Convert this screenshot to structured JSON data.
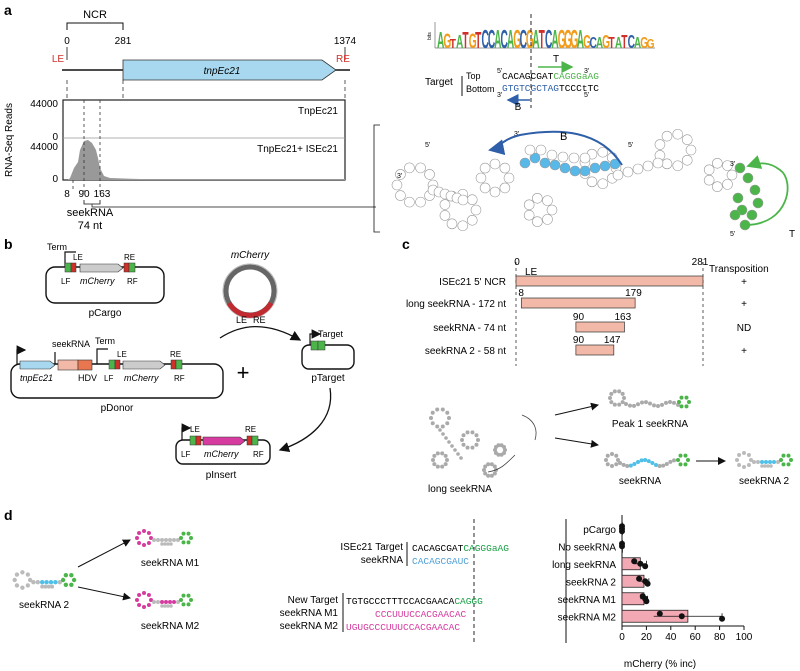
{
  "panels": {
    "a": "a",
    "b": "b",
    "c": "c",
    "d": "d"
  },
  "a": {
    "ncr": "NCR",
    "pos0": "0",
    "pos281": "281",
    "pos1374": "1374",
    "le": "LE",
    "re": "RE",
    "gene": "tnpEc21",
    "ylabel": "RNA-Seq Reads",
    "y_top1": "44000",
    "y_bot1": "0",
    "y_top2": "44000",
    "y_bot2": "0",
    "track1": "TnpEc21",
    "track2": "TnpEc21+ ISEc21",
    "x8": "8",
    "x90": "90",
    "x163": "163",
    "seek_label": "seekRNA",
    "seek_len": "74 nt",
    "logo_seq": "AGTATGTCCACAGCGATCAGGGAGCAGTATCAGG",
    "logo_axis": "bits",
    "target_label": "Target",
    "top_label": "Top",
    "bottom_label": "Bottom",
    "top_5": "5'",
    "top_seq_black": "CACAGCGAT",
    "top_seq_green": "CAGGGaAG",
    "top_3": "3'",
    "bot_3": "3'",
    "bot_seq_blue": "GTGTCGCTAG",
    "bot_seq_black": "TCCCtTC",
    "bot_5": "5'",
    "arrow_T": "T",
    "arrow_B": "B",
    "struct_B": "B",
    "struct_T": "T"
  },
  "b": {
    "term": "Term",
    "le": "LE",
    "re": "RE",
    "lf": "LF",
    "rf": "RF",
    "mcherry": "mCherry",
    "pcargo": "pCargo",
    "mcherry_ring": "mCherry",
    "ring_le": "LE",
    "ring_re": "RE",
    "seekrna": "seekRNA",
    "term2": "Term",
    "le2": "LE",
    "re2": "RE",
    "tnp": "tnpEc21",
    "hdv": "HDV",
    "lf2": "LF",
    "mcherry2": "mCherry",
    "rf2": "RF",
    "pdonor": "pDonor",
    "plus": "+",
    "target": "Target",
    "ptarget": "pTarget",
    "le3": "LE",
    "re3": "RE",
    "lf3": "LF",
    "mcherry3": "mCherry",
    "rf3": "RF",
    "pinsert": "pInsert"
  },
  "c": {
    "start": "0",
    "le": "LE",
    "end": "281",
    "transposition": "Transposition",
    "rows": [
      {
        "label": "ISEc21 5' NCR",
        "start": "",
        "end": "",
        "result": "+"
      },
      {
        "label": "long seekRNA - 172 nt",
        "start": "8",
        "end": "179",
        "result": "+"
      },
      {
        "label": "seekRNA - 74 nt",
        "start": "90",
        "end": "163",
        "result": "ND"
      },
      {
        "label": "seekRNA 2 - 58 nt",
        "start": "90",
        "end": "147",
        "result": "+"
      }
    ],
    "peak": "Peak 1 seekRNA",
    "long": "long seekRNA",
    "seek": "seekRNA",
    "seek2": "seekRNA 2"
  },
  "d": {
    "seek2": "seekRNA 2",
    "m1": "seekRNA M1",
    "m2": "seekRNA M2",
    "target_lbl": "ISEc21 Target",
    "seek_lbl": "seekRNA",
    "target_black": "CACAGCGAT",
    "target_green": "CAGGGaAG",
    "seek_seq": "CACAGCGAUC",
    "new_target_lbl": "New Target",
    "m1_lbl": "seekRNA M1",
    "m2_lbl": "seekRNA M2",
    "new_black": "TGTGCCCTTTCCACGAACA",
    "new_green": "CAGGG",
    "m1_seq": "CCCUUUCCACGAACAC",
    "m2_seq": "UGUGCCCUUUCCACGAACAC",
    "xlabel": "mCherry (% inc)"
  },
  "chart_data": {
    "type": "bar",
    "categories": [
      "pCargo",
      "No seekRNA",
      "long seekRNA",
      "seekRNA 2",
      "seekRNA M1",
      "seekRNA M2"
    ],
    "values": [
      0.3,
      0.3,
      15,
      18,
      18,
      54
    ],
    "errors": [
      0.3,
      0.3,
      5,
      4,
      3,
      28
    ],
    "points": [
      [
        0,
        0,
        0
      ],
      [
        0,
        0
      ],
      [
        10,
        15,
        19
      ],
      [
        14,
        19,
        21
      ],
      [
        17,
        19,
        20
      ],
      [
        31,
        49,
        82
      ]
    ],
    "xlim": [
      0,
      100
    ],
    "xticks": [
      "0",
      "20",
      "40",
      "60",
      "80",
      "100"
    ],
    "xlabel": "mCherry (% inc)",
    "colors": {
      "bar": "#f2a9b4",
      "edge": "#222"
    }
  },
  "colors": {
    "gene": "#a8d8ef",
    "salmon": "#f2b9a8",
    "blue": "#2e5fa8",
    "green": "#4cb54a",
    "red": "#d0302a",
    "magenta": "#d63ca0",
    "cyan": "#4fc0e8",
    "grey": "#999"
  }
}
